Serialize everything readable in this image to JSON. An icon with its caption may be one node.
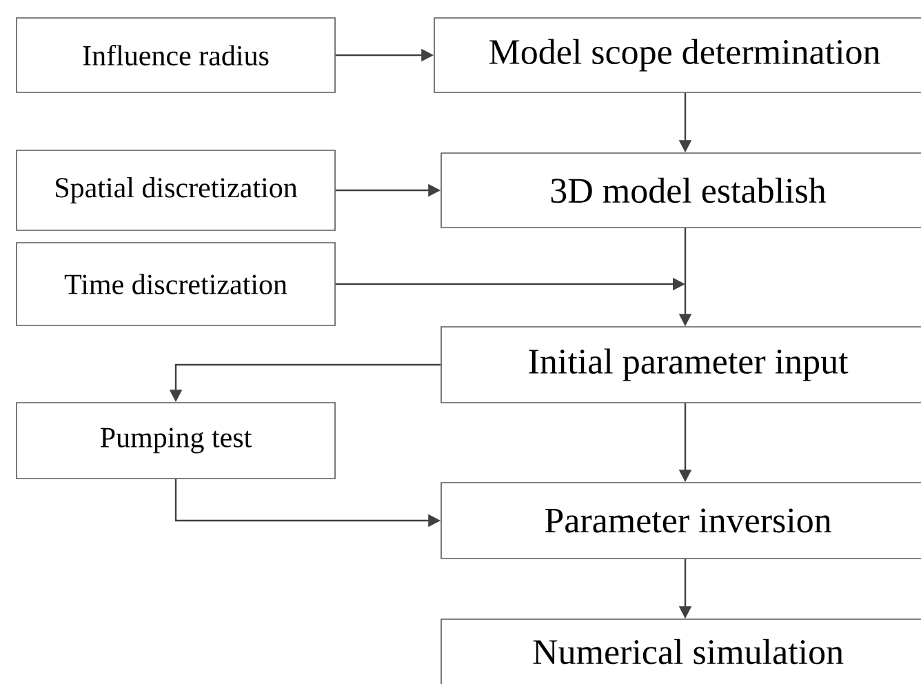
{
  "diagram": {
    "nodes": [
      {
        "text": [
          "Influence radius"
        ]
      },
      {
        "text": [
          "Model scope determination"
        ]
      },
      {
        "text": [
          "Spatial discretization"
        ]
      },
      {
        "text": [
          "3D model establish"
        ]
      },
      {
        "text": [
          "Time discretization"
        ]
      },
      {
        "text": [
          "Initial parameter input"
        ]
      },
      {
        "text": [
          "Pumping test"
        ]
      },
      {
        "text": [
          "Parameter inversion"
        ]
      },
      {
        "text": [
          "Numerical simulation"
        ]
      }
    ],
    "edges": [
      {
        "from": 0,
        "to": 1,
        "arrow": "to"
      },
      {
        "from": 1,
        "to": 3,
        "arrow": "to"
      },
      {
        "from": 2,
        "to": 3,
        "arrow": "to"
      },
      {
        "from": 3,
        "to": 5,
        "arrow": "to"
      },
      {
        "from": 4,
        "to": 5,
        "arrow": "to"
      },
      {
        "from": 5,
        "to": 6,
        "arrow": "to"
      },
      {
        "from": 6,
        "to": 7,
        "arrow": "to"
      },
      {
        "from": 5,
        "to": 7,
        "arrow": "to"
      },
      {
        "from": 7,
        "to": 8,
        "arrow": "to"
      }
    ]
  }
}
